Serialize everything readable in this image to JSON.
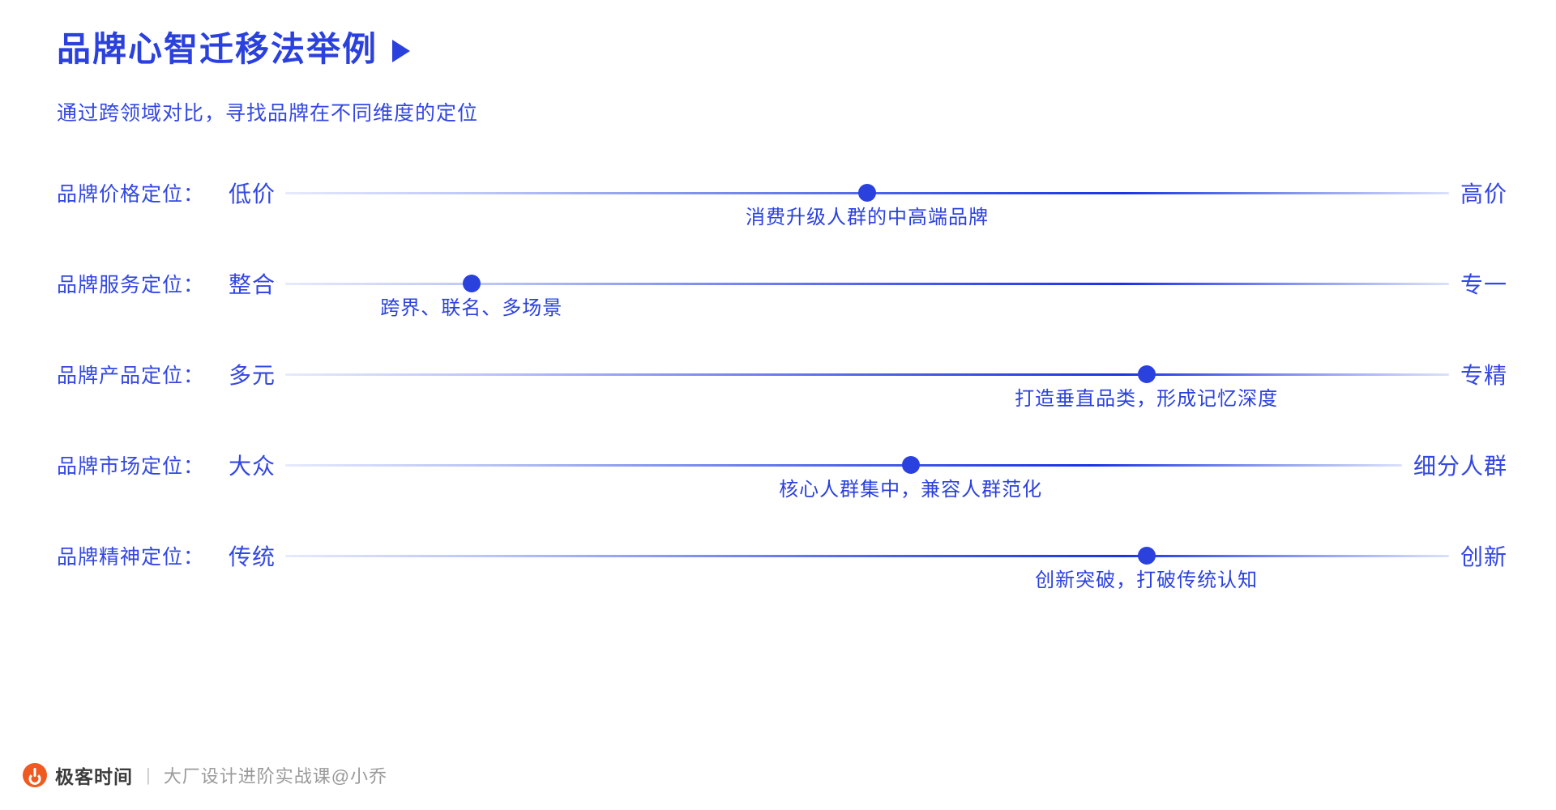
{
  "header": {
    "title": "品牌心智迁移法举例",
    "play_icon": "play-triangle",
    "subtitle": "通过跨领域对比，寻找品牌在不同维度的定位"
  },
  "colors": {
    "accent": "#2b41dd",
    "text_blue": "#3347e2",
    "track_light": "#e6eafc",
    "track_dark": "#1a33e6",
    "logo_orange": "#ef5a21"
  },
  "chart_data": {
    "type": "scatter",
    "title": "品牌心智迁移法举例",
    "subtitle": "通过跨领域对比，寻找品牌在不同维度的定位",
    "xlim": [
      0,
      100
    ],
    "grid": false,
    "legend": "none",
    "categories": [
      "品牌价格定位",
      "品牌服务定位",
      "品牌产品定位",
      "品牌市场定位",
      "品牌精神定位"
    ],
    "values": [
      50,
      16,
      74,
      56,
      74
    ],
    "axis_low_labels": [
      "低价",
      "整合",
      "多元",
      "大众",
      "传统"
    ],
    "axis_high_labels": [
      "高价",
      "专一",
      "专精",
      "细分人群",
      "创新"
    ],
    "annotations": [
      "消费升级人群的中高端品牌",
      "跨界、联名、多场景",
      "打造垂直品类，形成记忆深度",
      "核心人群集中，兼容人群范化",
      "创新突破，打破传统认知"
    ]
  },
  "rows": [
    {
      "label": "品牌价格定位：",
      "cap_left": "低价",
      "cap_right": "高价",
      "value": 50,
      "note": "消费升级人群的中高端品牌"
    },
    {
      "label": "品牌服务定位：",
      "cap_left": "整合",
      "cap_right": "专一",
      "value": 16,
      "note": "跨界、联名、多场景"
    },
    {
      "label": "品牌产品定位：",
      "cap_left": "多元",
      "cap_right": "专精",
      "value": 74,
      "note": "打造垂直品类，形成记忆深度"
    },
    {
      "label": "品牌市场定位：",
      "cap_left": "大众",
      "cap_right": "细分人群",
      "value": 56,
      "note": "核心人群集中，兼容人群范化"
    },
    {
      "label": "品牌精神定位：",
      "cap_left": "传统",
      "cap_right": "创新",
      "value": 74,
      "note": "创新突破，打破传统认知"
    }
  ],
  "footer": {
    "brand": "极客时间",
    "divider": "|",
    "course": "大厂设计进阶实战课@小乔",
    "logo_icon": "geekbang-logo-icon"
  }
}
